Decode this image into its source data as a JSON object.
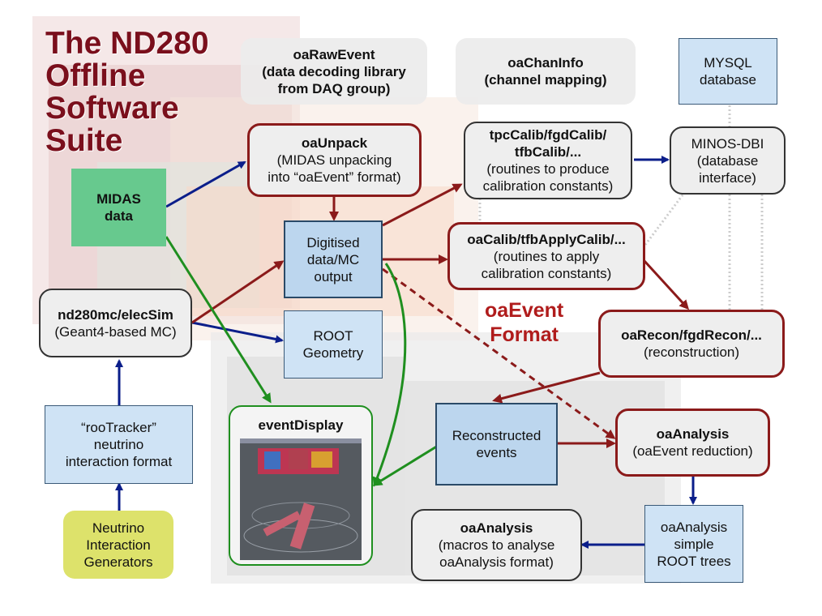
{
  "title": {
    "line1": "The ND280",
    "line2": "Offline",
    "line3": "Software",
    "line4": "Suite"
  },
  "format_label": {
    "line1": "oaEvent",
    "line2": "Format"
  },
  "nodes": {
    "oaRawEvent": {
      "title": "oaRawEvent",
      "line2": "(data decoding library",
      "line3": "from DAQ group)"
    },
    "oaChanInfo": {
      "title": "oaChanInfo",
      "line2": "(channel mapping)"
    },
    "mysql": {
      "line1": "MYSQL",
      "line2": "database"
    },
    "oaUnpack": {
      "title": "oaUnpack",
      "line2": "(MIDAS unpacking",
      "line3": "into “oaEvent” format)"
    },
    "tpcCalib": {
      "line1": "tpcCalib/fgdCalib/",
      "line2": "tfbCalib/...",
      "line3": "(routines to produce",
      "line4": "calibration constants)"
    },
    "minos": {
      "line1": "MINOS-DBI",
      "line2": "(database",
      "line3": "interface)"
    },
    "midas": {
      "line1": "MIDAS",
      "line2": "data"
    },
    "digitised": {
      "line1": "Digitised",
      "line2": "data/MC",
      "line3": "output"
    },
    "oaCalib": {
      "title": "oaCalib/tfbApplyCalib/...",
      "line2": "(routines to apply",
      "line3": "calibration constants)"
    },
    "nd280mc": {
      "title": "nd280mc/elecSim",
      "line2": "(Geant4-based MC)"
    },
    "rootGeometry": {
      "line1": "ROOT",
      "line2": "Geometry"
    },
    "oaRecon": {
      "title": "oaRecon/fgdRecon/...",
      "line2": "(reconstruction)"
    },
    "rooTracker": {
      "line1": "“rooTracker”",
      "line2": "neutrino",
      "line3": "interaction format"
    },
    "eventDisplay": {
      "title": "eventDisplay"
    },
    "reconstructed": {
      "line1": "Reconstructed",
      "line2": "events"
    },
    "oaAnalysisRed": {
      "title": "oaAnalysis",
      "line2": "(oaEvent reduction)"
    },
    "generators": {
      "line1": "Neutrino",
      "line2": "Interaction",
      "line3": "Generators"
    },
    "oaAnalysisMacros": {
      "title": "oaAnalysis",
      "line2": "(macros to analyse",
      "line3": "oaAnalysis format)"
    },
    "simpleTrees": {
      "line1": "oaAnalysis",
      "line2": "simple",
      "line3": "ROOT trees"
    }
  },
  "colors": {
    "dark_red": "#8b1a1a",
    "navy": "#0b1e8a",
    "green": "#1f8f1f",
    "title": "#7a0f1c"
  }
}
